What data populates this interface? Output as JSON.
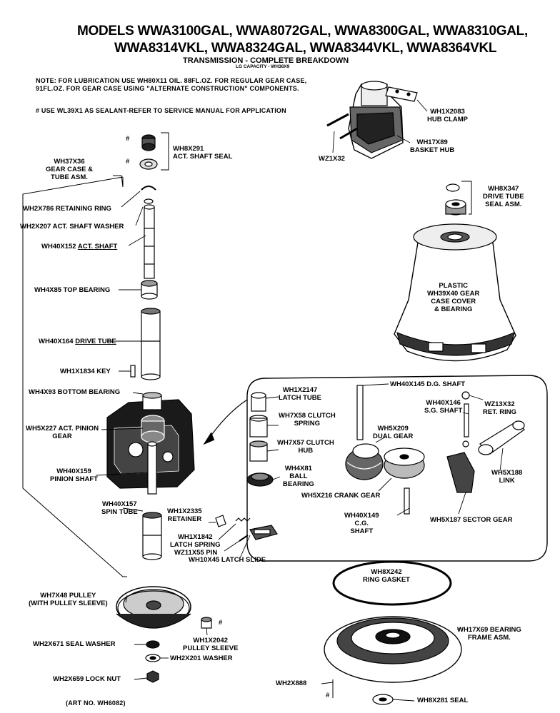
{
  "header": {
    "title_line1": "MODELS WWA3100GAL, WWA8072GAL, WWA8300GAL, WWA8310GAL,",
    "title_line2": "WWA8314VKL, WWA8324GAL, WWA8344VKL, WWA8364VKL",
    "subtitle": "TRANSMISSION - COMPLETE BREAKDOWN",
    "capacity": "LG CAPACITY - WH38X9",
    "note_line1": "NOTE: FOR LUBRICATION USE WH80X11 OIL. 88FL.OZ. FOR REGULAR GEAR CASE,",
    "note_line2": "91FL.OZ. FOR GEAR CASE USING \"ALTERNATE CONSTRUCTION\" COMPONENTS.",
    "sealant_note": "# USE WL39X1 AS SEALANT-REFER TO SERVICE MANUAL FOR APPLICATION",
    "art_no": "(ART NO. WH6082)",
    "hash": "#"
  },
  "labels": {
    "act_shaft_seal_pn": "WH8X291",
    "act_shaft_seal_name": "ACT. SHAFT SEAL",
    "gear_case_pn": "WH37X36",
    "gear_case_name1": "GEAR CASE &",
    "gear_case_name2": "TUBE ASM.",
    "retaining_ring": "WH2X786 RETAINING RING",
    "act_shaft_washer": "WH2X207 ACT. SHAFT WASHER",
    "act_shaft_pn": "WH40X152",
    "act_shaft_name": "ACT. SHAFT",
    "top_bearing": "WH4X85 TOP BEARING",
    "drive_tube_pn": "WH40X164",
    "drive_tube_name": "DRIVE TUBE",
    "key": "WH1X1834 KEY",
    "bottom_bearing": "WH4X93 BOTTOM BEARING",
    "act_pinion1": "WH5X227 ACT. PINION",
    "act_pinion2": "GEAR",
    "pinion_shaft1": "WH40X159",
    "pinion_shaft2": "PINION SHAFT",
    "spin_tube1": "WH40X157",
    "spin_tube2": "SPIN TUBE",
    "retainer1": "WH1X2335",
    "retainer2": "RETAINER",
    "latch_spring1": "WH1X1842",
    "latch_spring2": "LATCH SPRING",
    "pin": "WZ11X55 PIN",
    "latch_slide": "WH10X45 LATCH SLIDE",
    "pulley1": "WH7X48 PULLEY",
    "pulley2": "(WITH PULLEY SLEEVE)",
    "seal_washer": "WH2X671 SEAL WASHER",
    "pulley_sleeve1": "WH1X2042",
    "pulley_sleeve2": "PULLEY SLEEVE",
    "washer": "WH2X201 WASHER",
    "lock_nut": "WH2X659 LOCK NUT",
    "hub_clamp1": "WH1X2083",
    "hub_clamp2": "HUB CLAMP",
    "basket_hub1": "WH17X89",
    "basket_hub2": "BASKET HUB",
    "wz1x32": "WZ1X32",
    "drive_tube_seal1": "WH8X347",
    "drive_tube_seal2": "DRIVE TUBE",
    "drive_tube_seal3": "SEAL ASM.",
    "cover1": "PLASTIC",
    "cover2": "WH39X40 GEAR",
    "cover3": "CASE COVER",
    "cover4": "& BEARING",
    "latch_tube1": "WH1X2147",
    "latch_tube2": "LATCH TUBE",
    "dg_shaft": "WH40X145 D.G. SHAFT",
    "sg_shaft1": "WH40X146",
    "sg_shaft2": "S.G. SHAFT",
    "ret_ring1": "WZ13X32",
    "ret_ring2": "RET. RING",
    "clutch_spring1": "WH7X58 CLUTCH",
    "clutch_spring2": "SPRING",
    "dual_gear1": "WH5X209",
    "dual_gear2": "DUAL GEAR",
    "clutch_hub1": "WH7X57 CLUTCH",
    "clutch_hub2": "HUB",
    "link1": "WH5X188",
    "link2": "LINK",
    "ball_bearing1": "WH4X81",
    "ball_bearing2": "BALL",
    "ball_bearing3": "BEARING",
    "crank_gear": "WH5X216 CRANK GEAR",
    "cg_shaft1": "WH40X149",
    "cg_shaft2": "C.G.",
    "cg_shaft3": "SHAFT",
    "sector_gear": "WH5X187 SECTOR GEAR",
    "ring_gasket1": "WH8X242",
    "ring_gasket2": "RING GASKET",
    "bearing_frame1": "WH17X69 BEARING",
    "bearing_frame2": "FRAME ASM.",
    "wh2x888": "WH2X888",
    "seal": "WH8X281 SEAL"
  }
}
